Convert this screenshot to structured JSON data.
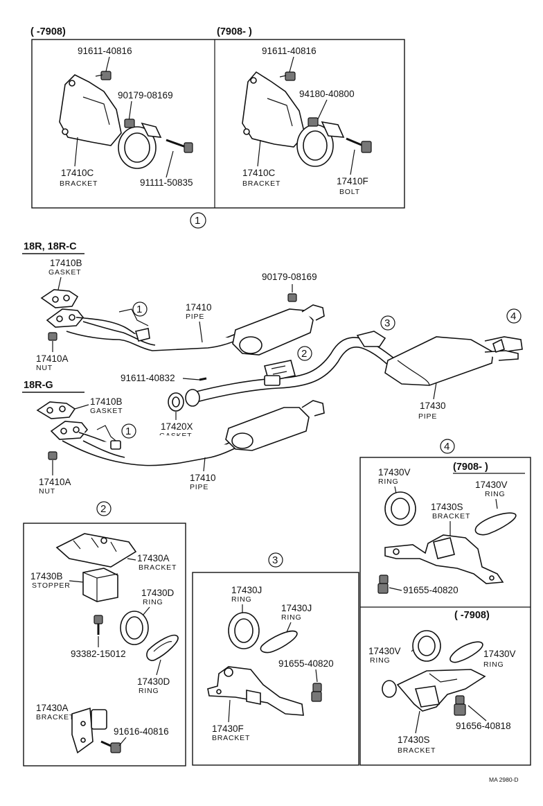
{
  "top_panel": {
    "left_header": "(      -7908)",
    "right_header": "(7908-        )",
    "left": {
      "bolt": "91611-40816",
      "nut": "90179-08169",
      "bracket_no": "17410C",
      "bracket_label": "BRACKET",
      "bolt2": "91111-50835"
    },
    "right": {
      "bolt": "91611-40816",
      "nut": "94180-40800",
      "bracket_no": "17410C",
      "bracket_label": "BRACKET",
      "bolt_no": "17410F",
      "bolt_label": "BOLT"
    },
    "callout": "1"
  },
  "main": {
    "engine_a": "18R, 18R-C",
    "engine_b": "18R-G",
    "gasket_a_no": "17410B",
    "gasket_a_label": "GASKET",
    "nut_a_no": "17410A",
    "nut_a_label": "NUT",
    "pipe_a_no": "17410",
    "pipe_a_label": "PIPE",
    "nut_top": "90179-08169",
    "bolt_mid": "91611-40832",
    "gasket_mid_no": "17420X",
    "gasket_mid_label": "GASKET",
    "tail_no": "17430",
    "tail_label": "PIPE",
    "gasket_b_no": "17410B",
    "gasket_b_label": "GASKET",
    "nut_b_no": "17410A",
    "nut_b_label": "NUT",
    "pipe_b_no": "17410",
    "pipe_b_label": "PIPE",
    "callouts": [
      "1",
      "1",
      "2",
      "3",
      "4"
    ]
  },
  "panel2": {
    "callout": "2",
    "bracket_no": "17430A",
    "bracket_label": "BRACKET",
    "stopper_no": "17430B",
    "stopper_label": "STOPPER",
    "ring1_no": "17430D",
    "ring1_label": "RING",
    "bolt": "93382-15012",
    "ring2_no": "17430D",
    "ring2_label": "RING",
    "bracket2_no": "17430A",
    "bracket2_label": "BRACKET",
    "bolt2": "91616-40816"
  },
  "panel3": {
    "callout": "3",
    "ring1_no": "17430J",
    "ring1_label": "RING",
    "ring2_no": "17430J",
    "ring2_label": "RING",
    "bolt": "91655-40820",
    "bracket_no": "17430F",
    "bracket_label": "BRACKET"
  },
  "panel4": {
    "callout": "4",
    "top_header": "(7908-        )",
    "ring1_no": "17430V",
    "ring1_label": "RING",
    "ring2_no": "17430V",
    "ring2_label": "RING",
    "bracket_no": "17430S",
    "bracket_label": "BRACKET",
    "bolt": "91655-40820",
    "bottom_header": "(      -7908)",
    "ring3_no": "17430V",
    "ring3_label": "RING",
    "ring4_no": "17430V",
    "ring4_label": "RING",
    "bolt2": "91656-40818",
    "bracket2_no": "17430S",
    "bracket2_label": "BRACKET"
  },
  "footer_code": "MA  2980-D"
}
